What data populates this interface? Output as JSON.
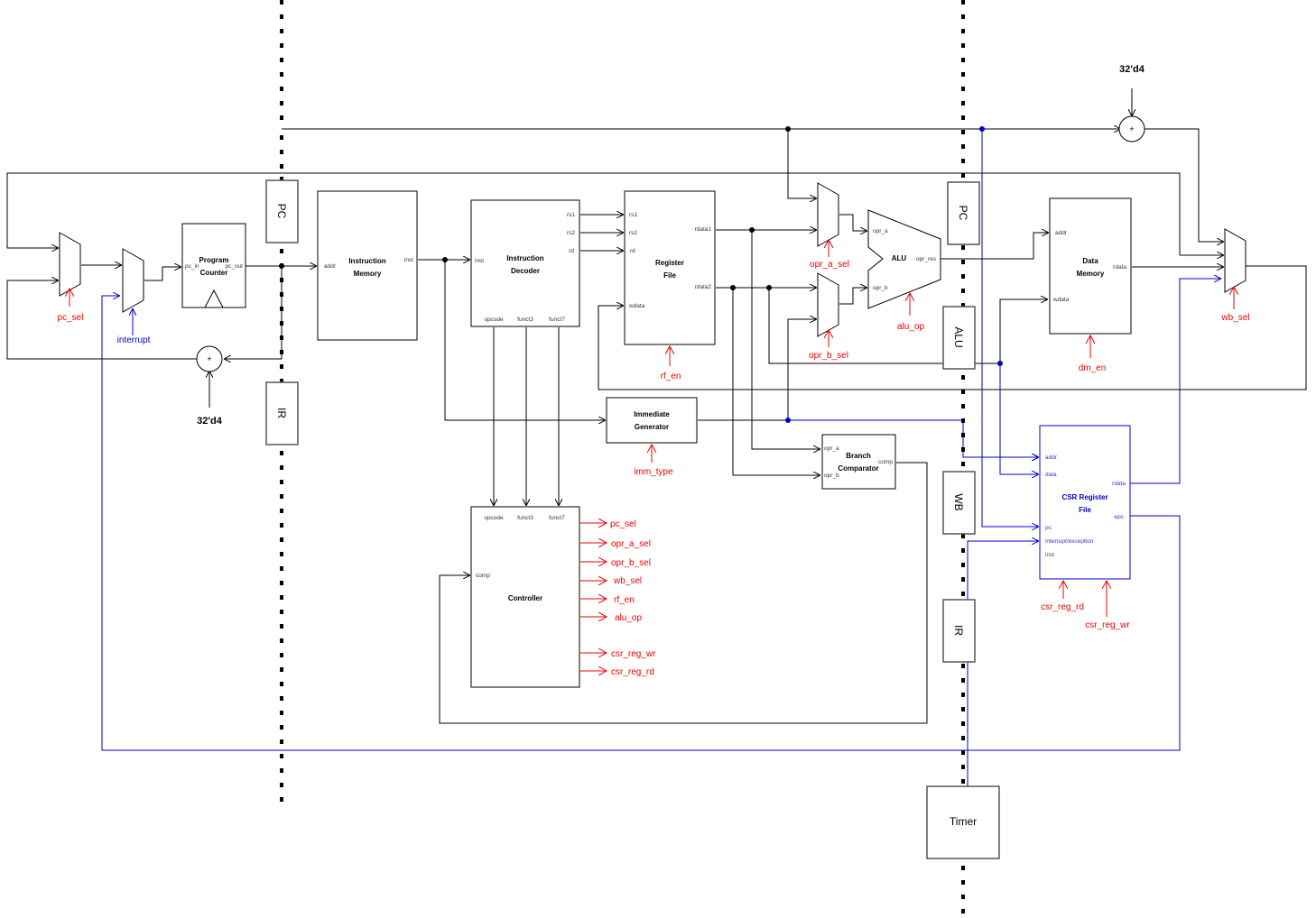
{
  "blocks": {
    "program_counter": {
      "title_line1": "Program",
      "title_line2": "Counter",
      "port_in": "pc_in",
      "port_out": "pc_out"
    },
    "instruction_memory": {
      "title_line1": "Instruction",
      "title_line2": "Memory",
      "port_addr": "addr",
      "port_inst": "inst"
    },
    "instruction_decoder": {
      "title_line1": "Instruction",
      "title_line2": "Decoder",
      "port_inst": "inst",
      "port_rs1": "rs1",
      "port_rs2": "rs2",
      "port_rd": "rd",
      "port_opcode": "opcode",
      "port_funct3": "funct3",
      "port_funct7": "funct7"
    },
    "register_file": {
      "title_line1": "Register",
      "title_line2": "File",
      "port_rs1": "rs1",
      "port_rs2": "rs2",
      "port_rd": "rd",
      "port_wdata": "wdata",
      "port_rdata1": "rdata1",
      "port_rdata2": "rdata2"
    },
    "alu": {
      "title": "ALU",
      "port_opr_a": "opr_a",
      "port_opr_b": "opr_b",
      "port_opr_res": "opr_res"
    },
    "data_memory": {
      "title_line1": "Data",
      "title_line2": "Memory",
      "port_addr": "addr",
      "port_wdata": "wdata",
      "port_rdata": "rdata"
    },
    "immediate_generator": {
      "title_line1": "Immediate",
      "title_line2": "Generator"
    },
    "branch_comparator": {
      "title_line1": "Branch",
      "title_line2": "Comparator",
      "port_opr_a": "opr_a",
      "port_opr_b": "opr_b",
      "port_comp": "comp"
    },
    "controller": {
      "title": "Controller",
      "port_opcode": "opcode",
      "port_funct3": "funct3",
      "port_funct7": "funct7",
      "port_comp": "comp"
    },
    "csr_register_file": {
      "title_line1": "CSR Register",
      "title_line2": "File",
      "port_addr": "addr",
      "port_data": "data",
      "port_pc": "pc",
      "port_interrupt": "interrupt/exception",
      "port_inst": "inst",
      "port_rdata": "rdata",
      "port_epc": "epc"
    },
    "timer": {
      "title": "Timer"
    }
  },
  "pipeline_registers": {
    "pc_stage1": "PC",
    "ir_stage1": "IR",
    "pc_stage2": "PC",
    "alu_stage2": "ALU",
    "wb_stage2": "WB",
    "ir_stage2": "IR"
  },
  "constants": {
    "adder_pc": "32'd4",
    "adder_top": "32'd4",
    "plus": "+"
  },
  "control_signals": {
    "pc_sel": "pc_sel",
    "interrupt": "interrupt",
    "opr_a_sel": "opr_a_sel",
    "opr_b_sel": "opr_b_sel",
    "alu_op": "alu_op",
    "rf_en": "rf_en",
    "imm_type": "imm_type",
    "dm_en": "dm_en",
    "wb_sel": "wb_sel",
    "csr_reg_rd": "csr_reg_rd",
    "csr_reg_wr": "csr_reg_wr"
  },
  "controller_outputs": [
    "pc_sel",
    "opr_a_sel",
    "opr_b_sel",
    "wb_sel",
    "rf_en",
    "alu_op",
    "csr_reg_wr",
    "csr_reg_rd"
  ],
  "colors": {
    "wire": "#000000",
    "control": "#ee0000",
    "csr": "#0000cc"
  }
}
